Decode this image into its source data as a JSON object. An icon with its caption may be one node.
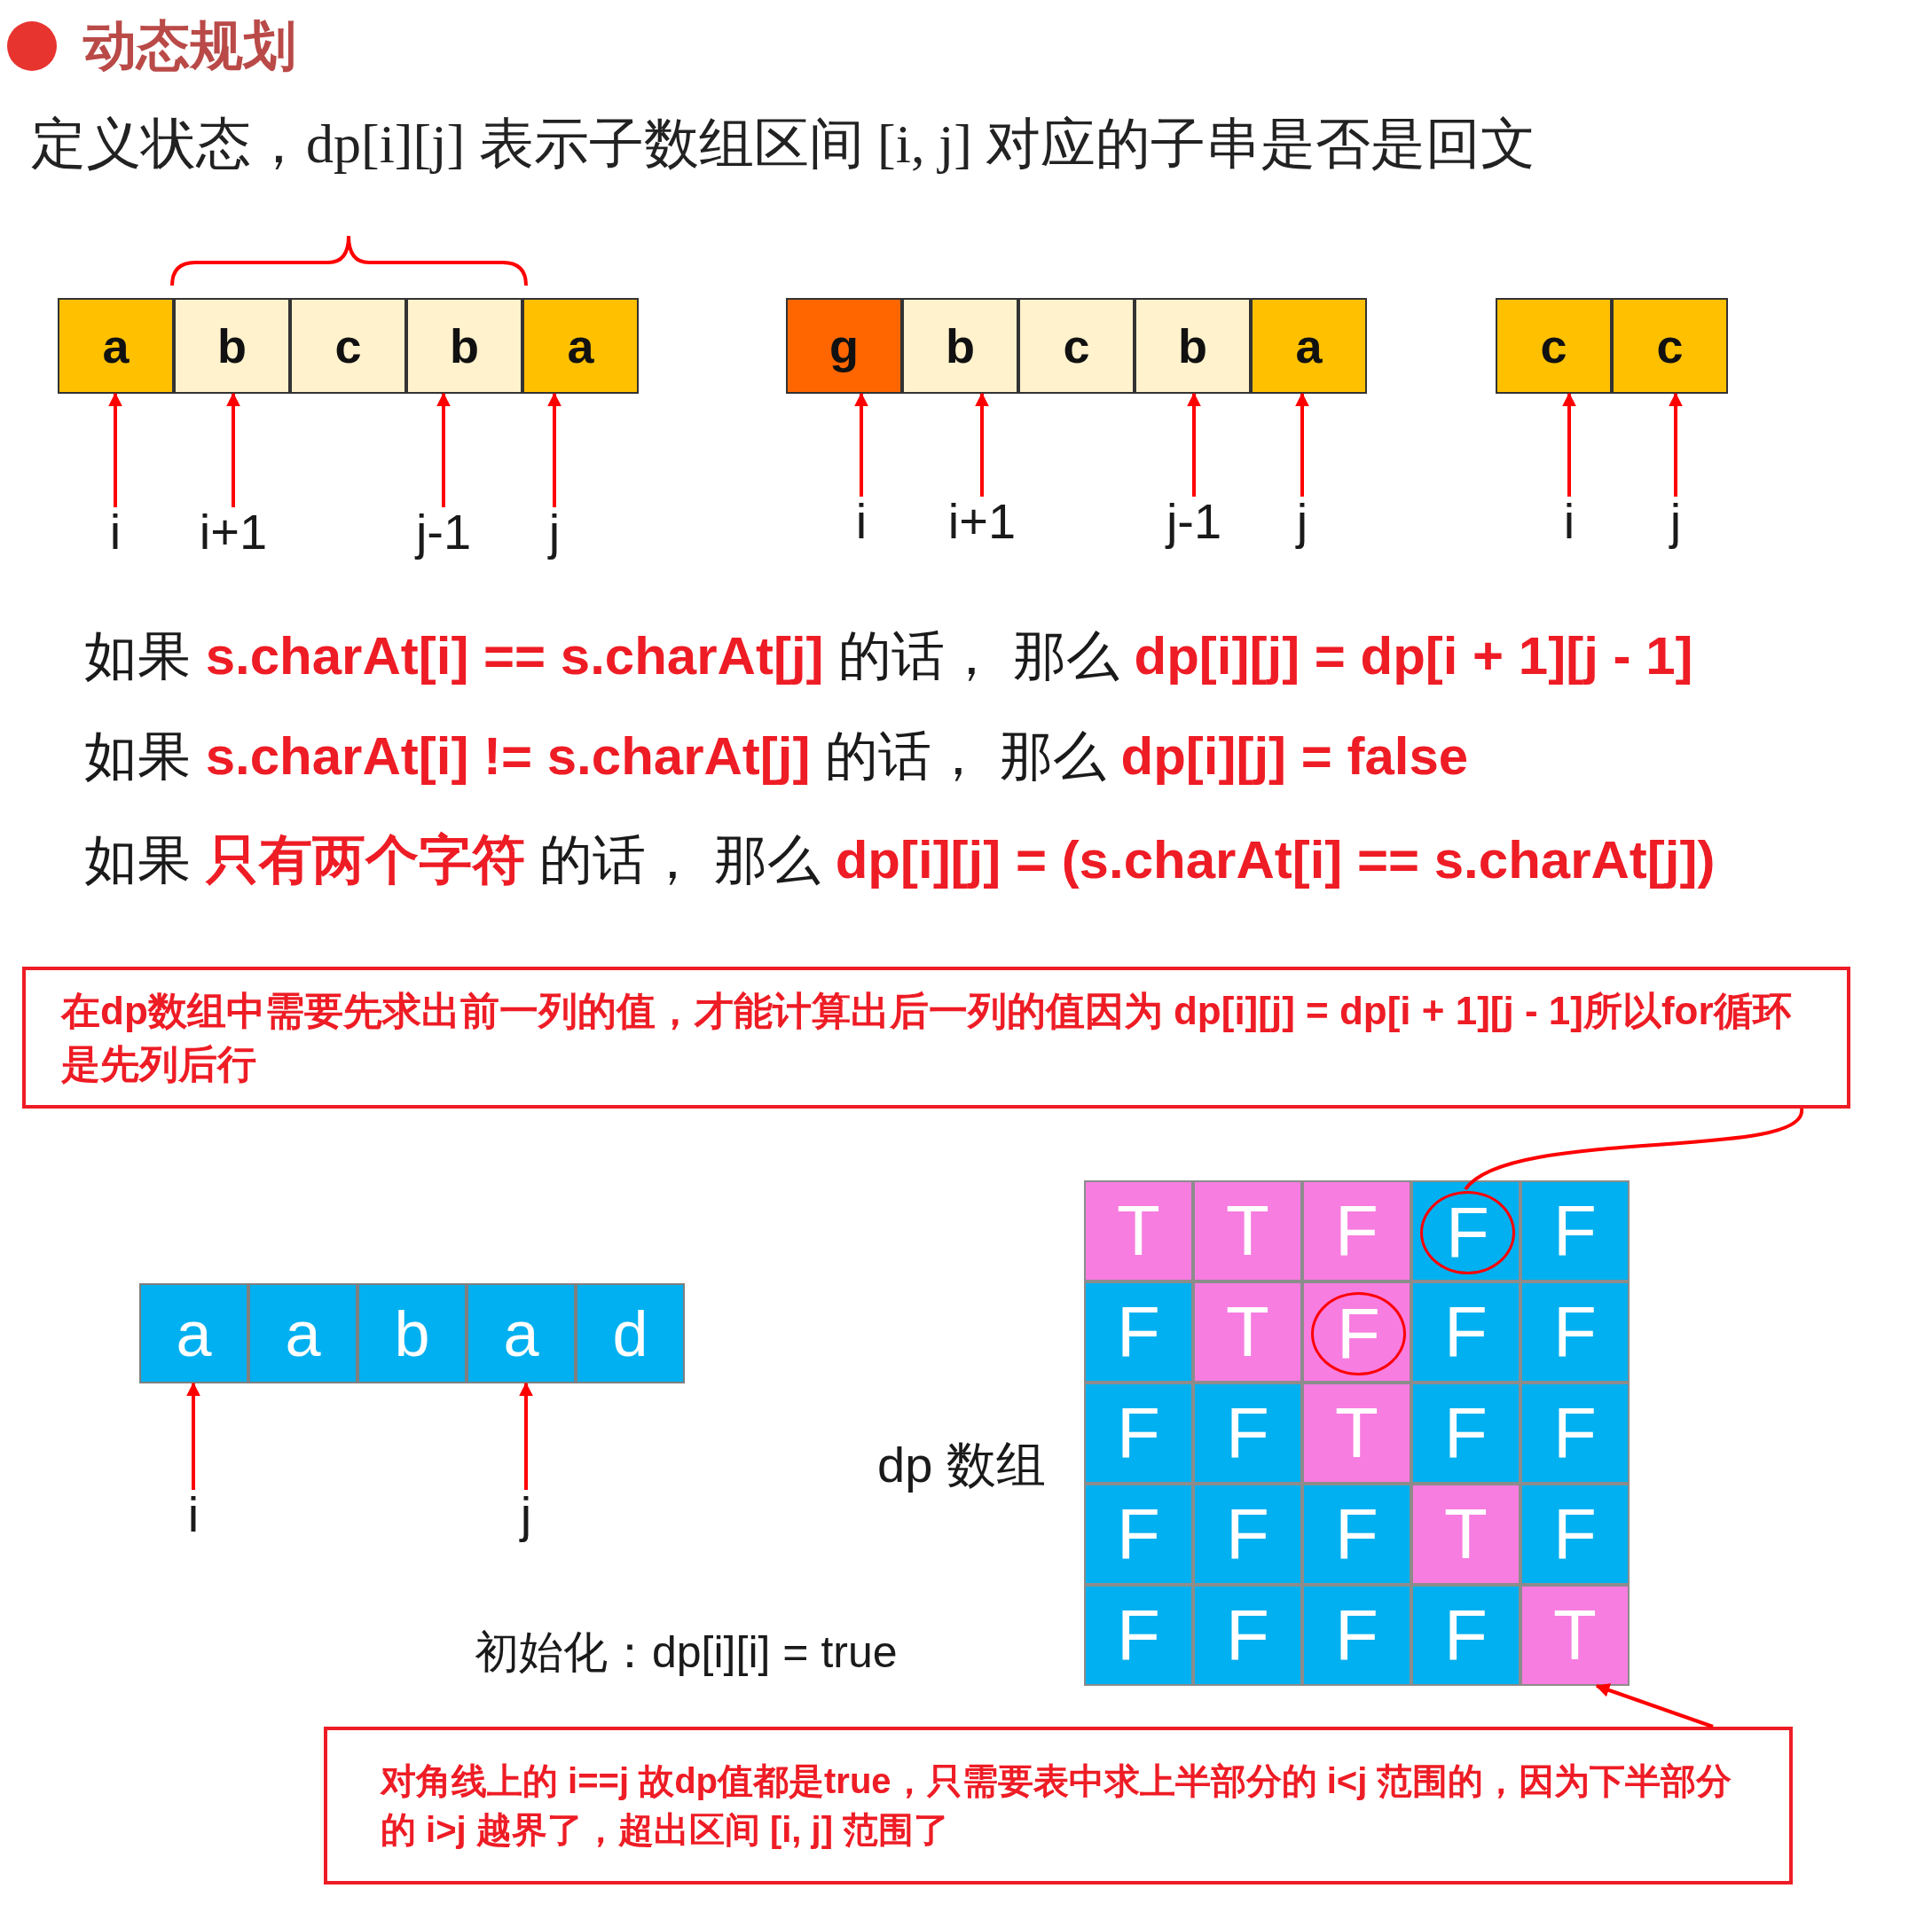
{
  "diagram": {
    "title": "动态规划",
    "nodes": [
      {
        "text": [
          "a"
        ]
      },
      {
        "text": [
          "b"
        ]
      },
      {
        "text": [
          "c"
        ]
      },
      {
        "text": [
          "b"
        ]
      },
      {
        "text": [
          "a"
        ]
      },
      {
        "text": [
          "i"
        ]
      },
      {
        "text": [
          "i+1"
        ]
      },
      {
        "text": [
          "j-1"
        ]
      },
      {
        "text": [
          "j"
        ]
      },
      {
        "text": [
          "g"
        ]
      },
      {
        "text": [
          "b"
        ]
      },
      {
        "text": [
          "c"
        ]
      },
      {
        "text": [
          "b"
        ]
      },
      {
        "text": [
          "a"
        ]
      },
      {
        "text": [
          "i"
        ]
      },
      {
        "text": [
          "i+1"
        ]
      },
      {
        "text": [
          "j-1"
        ]
      },
      {
        "text": [
          "j"
        ]
      },
      {
        "text": [
          "c"
        ]
      },
      {
        "text": [
          "c"
        ]
      },
      {
        "text": [
          "i"
        ]
      },
      {
        "text": [
          "j"
        ]
      },
      {
        "text": [
          "在dp数组中需要先求出前一列的值，才能计算出后一列的值因为 dp[i][j] = dp[i + 1][j - 1]所以for循环是先列后行"
        ]
      },
      {
        "text": [
          "a"
        ]
      },
      {
        "text": [
          "a"
        ]
      },
      {
        "text": [
          "b"
        ]
      },
      {
        "text": [
          "a"
        ]
      },
      {
        "text": [
          "d"
        ]
      },
      {
        "text": [
          "i"
        ]
      },
      {
        "text": [
          "j"
        ]
      },
      {
        "text": [
          "T"
        ]
      },
      {
        "text": [
          "T"
        ]
      },
      {
        "text": [
          "F"
        ]
      },
      {
        "text": [],
        "shape": "box"
      },
      {
        "text": [
          "F"
        ]
      },
      {
        "text": [
          "F"
        ]
      },
      {
        "text": [
          "T"
        ]
      },
      {
        "text": [],
        "shape": "box"
      },
      {
        "text": [
          "F"
        ]
      },
      {
        "text": [
          "F"
        ]
      },
      {
        "text": [
          "F"
        ]
      },
      {
        "text": [
          "F"
        ]
      },
      {
        "text": [
          "T"
        ]
      },
      {
        "text": [
          "F"
        ]
      },
      {
        "text": [
          "F"
        ]
      },
      {
        "text": [
          "F"
        ]
      },
      {
        "text": [
          "F"
        ]
      },
      {
        "text": [
          "F"
        ]
      },
      {
        "text": [
          "T"
        ]
      },
      {
        "text": [
          "F"
        ]
      },
      {
        "text": [
          "F"
        ]
      },
      {
        "text": [
          "F"
        ]
      },
      {
        "text": [
          "F"
        ]
      },
      {
        "text": [
          "F"
        ]
      },
      {
        "text": [
          "T"
        ]
      },
      {
        "text": [
          "对角线上的 i==j 故dp值都是true，只需要表中求上半部分的 i<j 范围的，因为下半部分的 i>j 越界了，超出区间 [i, j] 范围了"
        ]
      },
      {
        "text": [
          "F"
        ],
        "in": 33
      },
      {
        "text": [
          "F"
        ],
        "in": 37
      }
    ],
    "edges": [
      {
        "from": 5,
        "to": 0,
        "arrow": "to"
      },
      {
        "from": 6,
        "to": 1,
        "arrow": "to"
      },
      {
        "from": 7,
        "to": 3,
        "arrow": "to"
      },
      {
        "from": 8,
        "to": 4,
        "arrow": "to"
      },
      {
        "from": 14,
        "to": 9,
        "arrow": "to"
      },
      {
        "from": 15,
        "to": 10,
        "arrow": "to"
      },
      {
        "from": 16,
        "to": 12,
        "arrow": "to"
      },
      {
        "from": 17,
        "to": 13,
        "arrow": "to"
      },
      {
        "from": 20,
        "to": 18,
        "arrow": "to"
      },
      {
        "from": 21,
        "to": 19,
        "arrow": "to"
      },
      {
        "from": 28,
        "to": 23,
        "arrow": "to"
      },
      {
        "from": 29,
        "to": 26,
        "arrow": "to"
      },
      {
        "from": 22,
        "to": 56,
        "arrow": "none"
      },
      {
        "from": 55,
        "to": 54,
        "arrow": "to"
      }
    ],
    "labels": [
      "定义状态，dp[i][j] 表示子数组区间 [i, j] 对应的子串是否是回文",
      "如果 **s.charAt[i] == s.charAt[j]** 的话， 那么 **dp[i][j] = dp[i + 1][j - 1]**",
      "如果 **s.charAt[i] != s.charAt[j]** 的话， 那么 **dp[i][j] = false**",
      "如果 **只有两个字符** 的话， 那么 **dp[i][j] = (s.charAt[i] == s.charAt[j])**",
      "dp 数组",
      "初始化：dp[i][i] = true"
    ]
  }
}
